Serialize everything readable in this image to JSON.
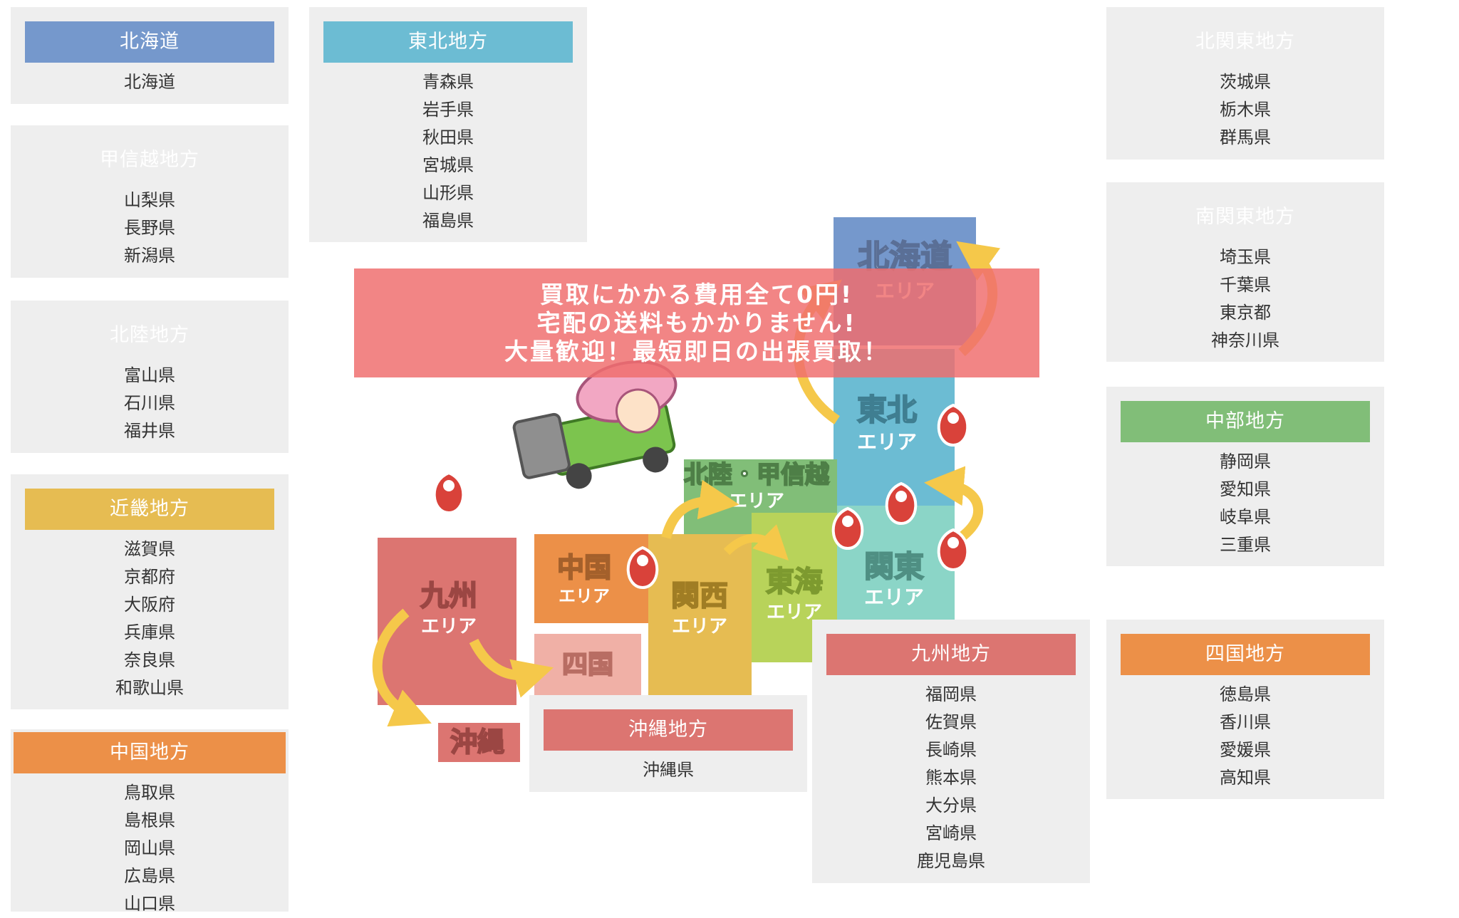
{
  "colors": {
    "hokkaido": "#7598cc",
    "tohoku": "#6cbcd3",
    "kanto": "#8bd5c7",
    "chubu": "#81be78",
    "kinki": "#e6bc52",
    "chugoku": "#ec9048",
    "shikoku": "#ec9048",
    "kyushu": "#dc7571",
    "okinawa": "#dc7571",
    "banner": "#f06e6e"
  },
  "banner": {
    "line1": "買取にかかる費用全て0円!",
    "line2": "宅配の送料もかかりません!",
    "line3": "大量歓迎！最短即日の出張買取！"
  },
  "map": {
    "hokkaido": "北海道",
    "tohoku": "東北",
    "hokuriku": "北陸・甲信越",
    "chugoku": "中国",
    "kyushu": "九州",
    "kansai": "関西",
    "tokai": "東海",
    "kanto": "関東",
    "shikoku": "四国",
    "okinawa": "沖縄",
    "area": "エリア"
  },
  "regions": {
    "hokkaido": {
      "title": "北海道",
      "prefectures": [
        "北海道"
      ]
    },
    "tohoku": {
      "title": "東北地方",
      "prefectures": [
        "青森県",
        "岩手県",
        "秋田県",
        "宮城県",
        "山形県",
        "福島県"
      ]
    },
    "koshinetsu": {
      "title": "甲信越地方",
      "prefectures": [
        "山梨県",
        "長野県",
        "新潟県"
      ]
    },
    "hokuriku": {
      "title": "北陸地方",
      "prefectures": [
        "富山県",
        "石川県",
        "福井県"
      ]
    },
    "kinki": {
      "title": "近畿地方",
      "prefectures": [
        "滋賀県",
        "京都府",
        "大阪府",
        "兵庫県",
        "奈良県",
        "和歌山県"
      ]
    },
    "chugoku": {
      "title": "中国地方",
      "prefectures": [
        "鳥取県",
        "島根県",
        "岡山県",
        "広島県",
        "山口県"
      ]
    },
    "kitakanto": {
      "title": "北関東地方",
      "prefectures": [
        "茨城県",
        "栃木県",
        "群馬県"
      ]
    },
    "minamikanto": {
      "title": "南関東地方",
      "prefectures": [
        "埼玉県",
        "千葉県",
        "東京都",
        "神奈川県"
      ]
    },
    "chubu": {
      "title": "中部地方",
      "prefectures": [
        "静岡県",
        "愛知県",
        "岐阜県",
        "三重県"
      ]
    },
    "okinawa": {
      "title": "沖縄地方",
      "prefectures": [
        "沖縄県"
      ]
    },
    "kyushu": {
      "title": "九州地方",
      "prefectures": [
        "福岡県",
        "佐賀県",
        "長崎県",
        "熊本県",
        "大分県",
        "宮崎県",
        "鹿児島県"
      ]
    },
    "shikoku": {
      "title": "四国地方",
      "prefectures": [
        "徳島県",
        "香川県",
        "愛媛県",
        "高知県"
      ]
    }
  }
}
